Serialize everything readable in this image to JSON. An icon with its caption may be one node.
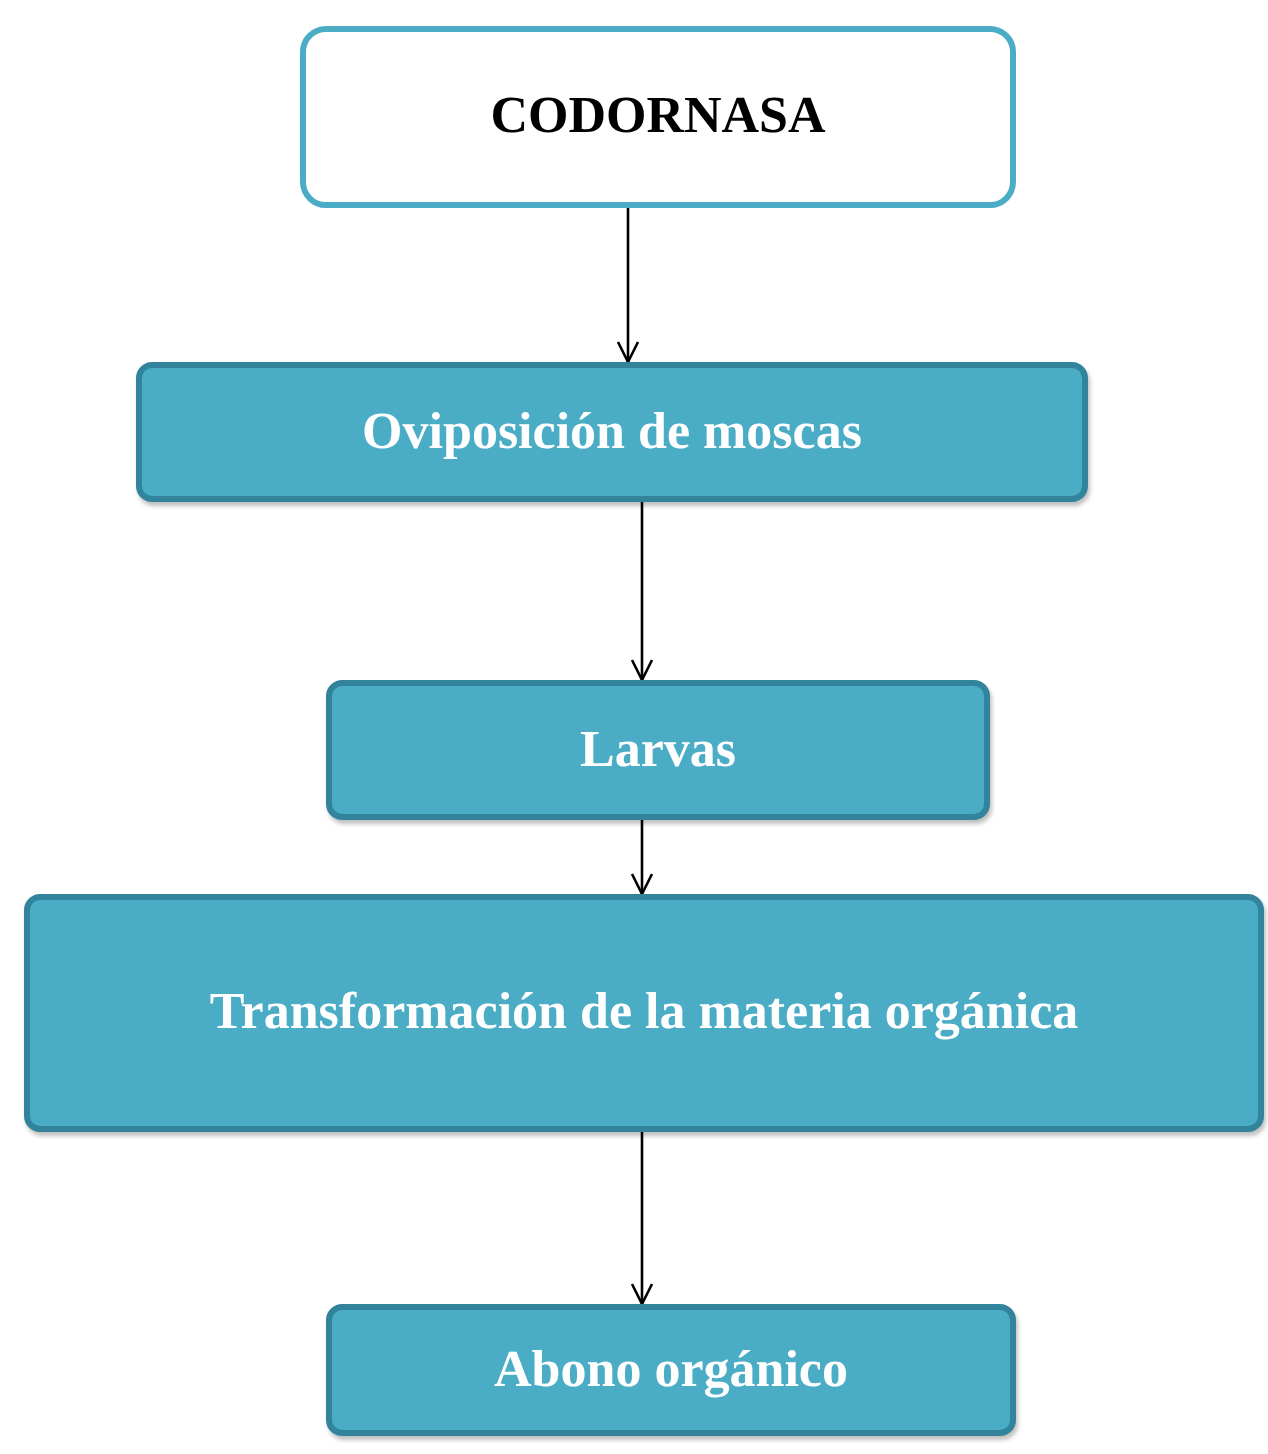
{
  "diagram": {
    "nodes": [
      {
        "text": [
          "CODORNASA"
        ]
      },
      {
        "text": [
          "Oviposición de moscas"
        ]
      },
      {
        "text": [
          "Larvas"
        ]
      },
      {
        "text": [
          "Transformación de la materia orgánica"
        ]
      },
      {
        "text": [
          "Abono orgánico"
        ]
      }
    ],
    "edges": [
      {
        "from": 0,
        "to": 1,
        "arrow": "to"
      },
      {
        "from": 1,
        "to": 2,
        "arrow": "to"
      },
      {
        "from": 2,
        "to": 3,
        "arrow": "to"
      },
      {
        "from": 3,
        "to": 4,
        "arrow": "to"
      }
    ]
  }
}
